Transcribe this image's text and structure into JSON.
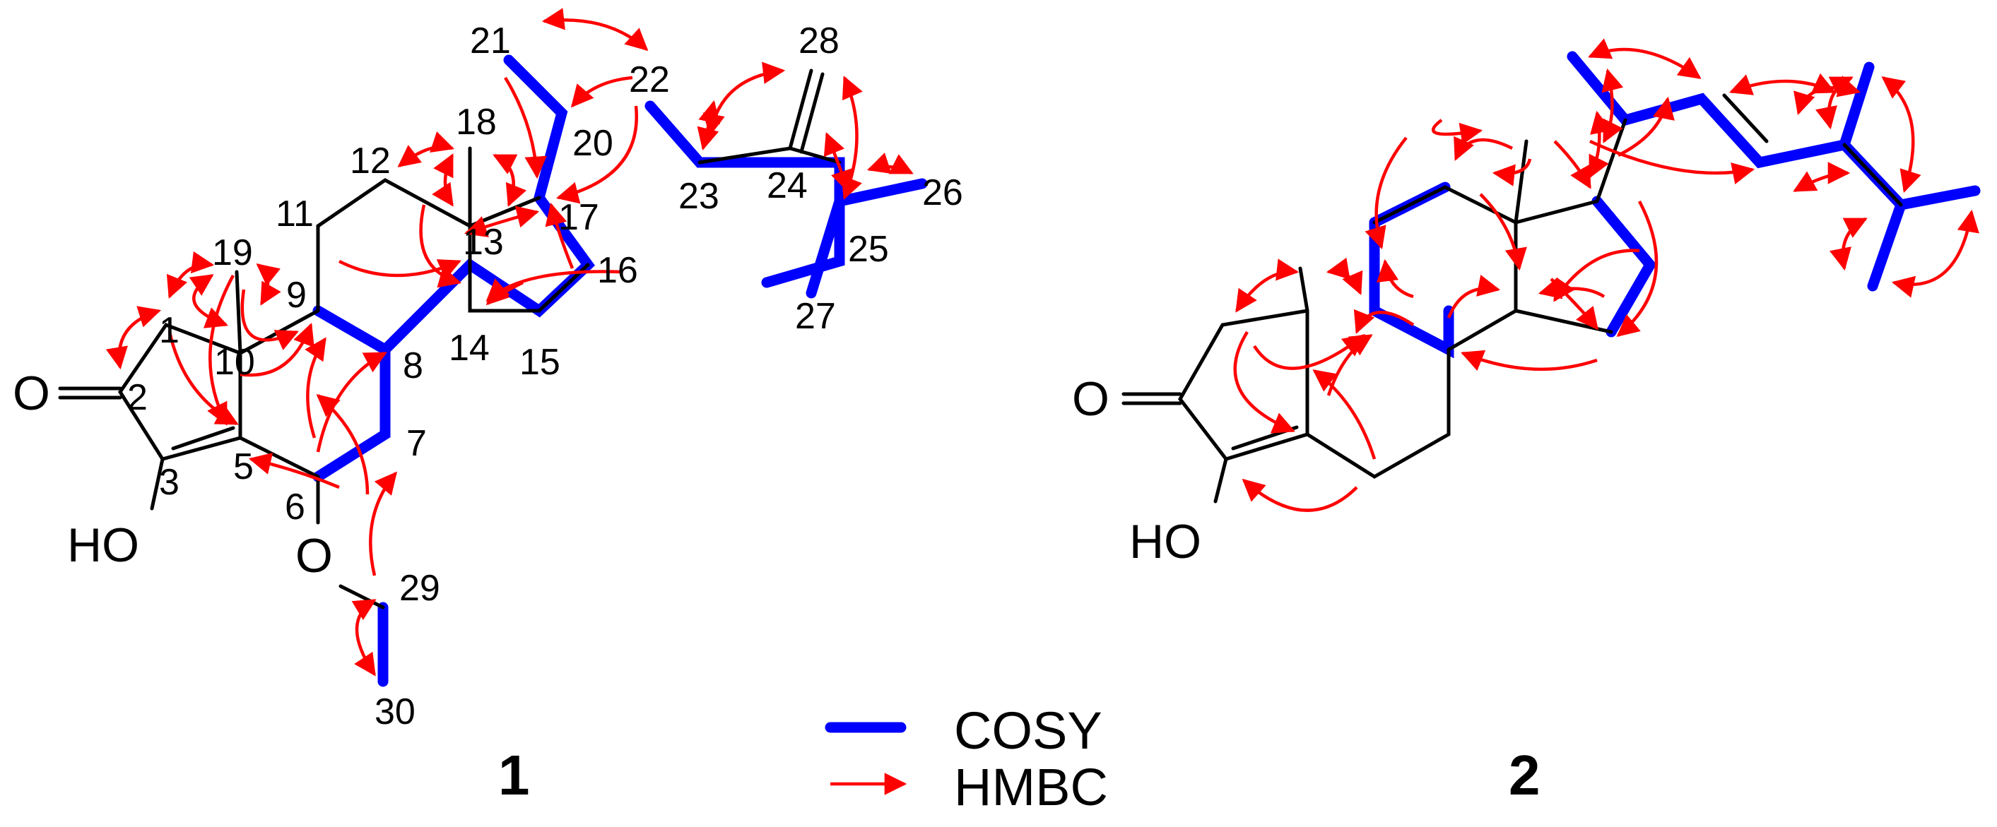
{
  "compound1": {
    "label": "1",
    "carbon_labels": [
      "1",
      "2",
      "3",
      "5",
      "6",
      "7",
      "8",
      "9",
      "10",
      "11",
      "12",
      "13",
      "14",
      "15",
      "16",
      "17",
      "18",
      "19",
      "20",
      "21",
      "22",
      "23",
      "24",
      "25",
      "26",
      "27",
      "28",
      "29",
      "30"
    ],
    "atom_labels": {
      "ketone_o": "O",
      "hydroxyl": "HO",
      "ether_o": "O"
    }
  },
  "compound2": {
    "label": "2",
    "atom_labels": {
      "ketone_o": "O",
      "hydroxyl": "HO"
    }
  },
  "legend": {
    "cosy_label": "COSY",
    "hmbc_label": "HMBC",
    "colors": {
      "cosy": "#0000ff",
      "hmbc": "#ff0000",
      "bond": "#000000"
    }
  }
}
